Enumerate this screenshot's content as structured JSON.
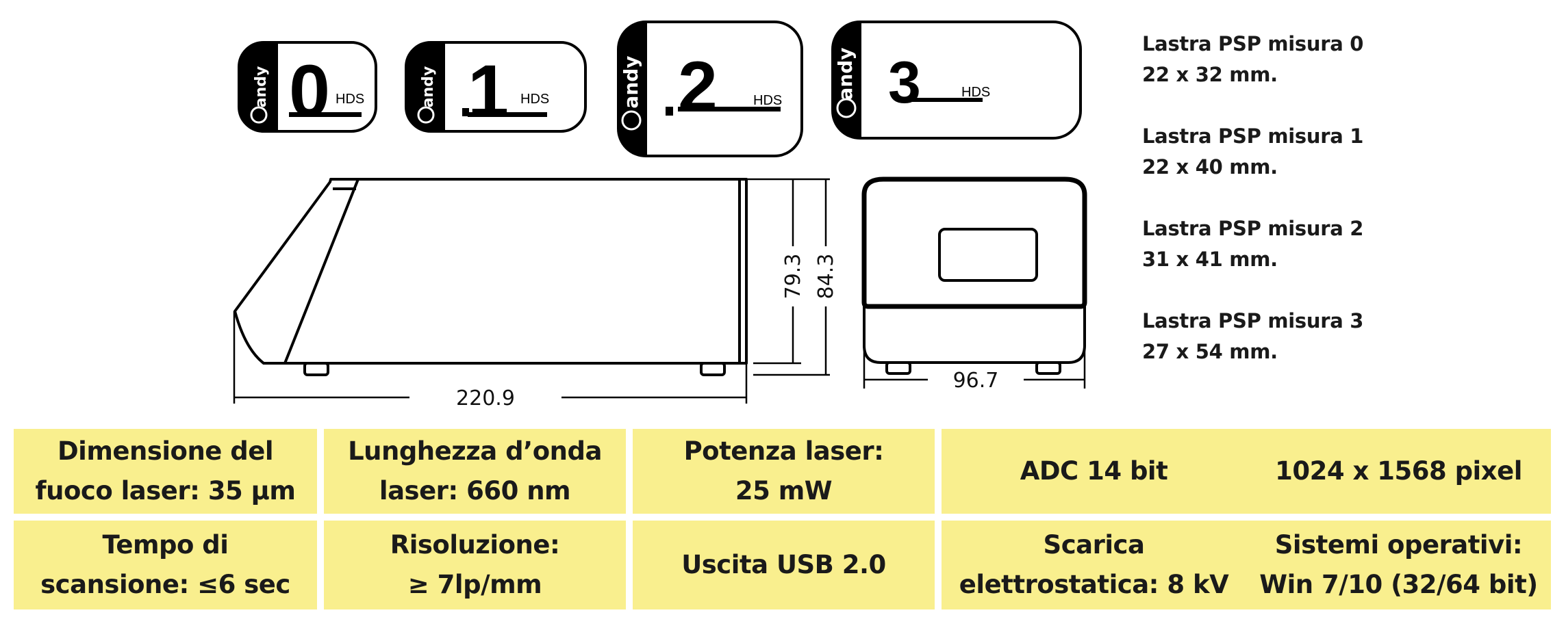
{
  "plates": [
    {
      "number": "0",
      "brand": "andy",
      "suffix": "HDS"
    },
    {
      "number": "1",
      "brand": "andy",
      "suffix": "HDS"
    },
    {
      "number": "2",
      "brand": "andy",
      "suffix": "HDS"
    },
    {
      "number": "3",
      "brand": "andy",
      "suffix": "HDS"
    }
  ],
  "dimensions": {
    "length": "220.9",
    "height_inner": "79.3",
    "height_outer": "84.3",
    "width": "96.7"
  },
  "legend": [
    {
      "name": "Lastra PSP misura 0",
      "size": "22 x 32 mm."
    },
    {
      "name": "Lastra PSP misura 1",
      "size": "22 x 40 mm."
    },
    {
      "name": "Lastra PSP misura 2",
      "size": "31 x 41 mm."
    },
    {
      "name": "Lastra PSP misura 3",
      "size": "27 x 54 mm."
    }
  ],
  "specs": {
    "focus": {
      "line1": "Dimensione del",
      "line2": "fuoco laser: 35 µm"
    },
    "wavelength": {
      "line1": "Lunghezza d’onda",
      "line2": "laser: 660 nm"
    },
    "power": {
      "line1": "Potenza laser:",
      "line2": "25 mW"
    },
    "adc": "ADC 14 bit",
    "pixels": "1024 x 1568 pixel",
    "scan_time": {
      "line1": "Tempo di",
      "line2": "scansione: ≤6 sec"
    },
    "resolution": {
      "line1": "Risoluzione:",
      "line2": "≥ 7lp/mm"
    },
    "usb": "Uscita USB 2.0",
    "esd": {
      "line1": "Scarica",
      "line2": "elettrostatica: 8 kV"
    },
    "os": {
      "line1": "Sistemi operativi:",
      "line2": "Win 7/10 (32/64 bit)"
    }
  },
  "colors": {
    "spec_background": "#f9ef8e",
    "line": "#000000"
  }
}
